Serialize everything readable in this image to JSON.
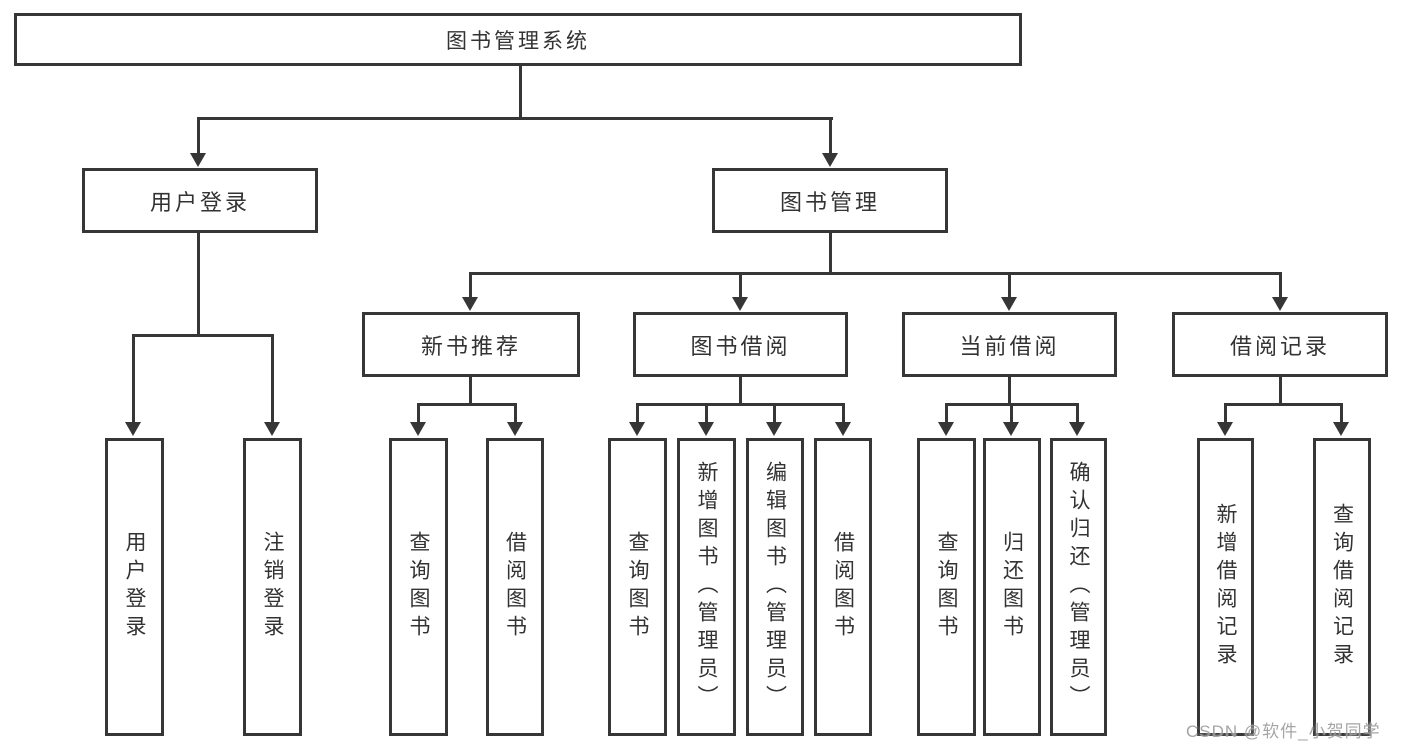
{
  "tree": {
    "label": "图书管理系统",
    "children": [
      {
        "label": "用户登录",
        "children": [
          {
            "label": "用户登录"
          },
          {
            "label": "注销登录"
          }
        ]
      },
      {
        "label": "图书管理",
        "children": [
          {
            "label": "新书推荐",
            "children": [
              {
                "label": "查询图书"
              },
              {
                "label": "借阅图书"
              }
            ]
          },
          {
            "label": "图书借阅",
            "children": [
              {
                "label": "查询图书"
              },
              {
                "label": "新增图书（管理员）"
              },
              {
                "label": "编辑图书（管理员）"
              },
              {
                "label": "借阅图书"
              }
            ]
          },
          {
            "label": "当前借阅",
            "children": [
              {
                "label": "查询图书"
              },
              {
                "label": "归还图书"
              },
              {
                "label": "确认归还（管理员）"
              }
            ]
          },
          {
            "label": "借阅记录",
            "children": [
              {
                "label": "新增借阅记录"
              },
              {
                "label": "查询借阅记录"
              }
            ]
          }
        ]
      }
    ]
  },
  "watermark": {
    "text": "CSDN @软件_小贺同学"
  },
  "colors": {
    "line": "#363636",
    "text": "#333333",
    "watermark": "#9c9c9c",
    "background": "#ffffff"
  }
}
